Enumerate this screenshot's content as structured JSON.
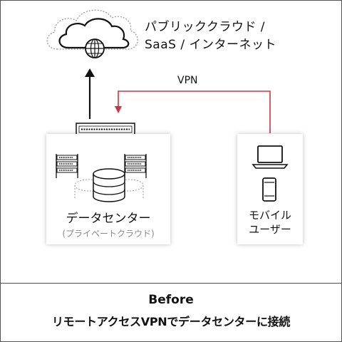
{
  "cloud": {
    "label_line1": "パブリッククラウド /",
    "label_line2": "SaaS / インターネット"
  },
  "vpn": {
    "label": "VPN",
    "color": "#cc3344"
  },
  "datacenter": {
    "label": "データセンター",
    "sublabel": "(プライベートクラウド)"
  },
  "mobile": {
    "label_line1": "モバイル",
    "label_line2": "ユーザー"
  },
  "caption": {
    "line1": "Before",
    "line2": "リモートアクセスVPNでデータセンターに接続"
  },
  "icons": [
    "cloud-icon",
    "globe-icon",
    "gateway-appliance-icon",
    "server-rack-icon",
    "database-icon",
    "laptop-icon",
    "smartphone-icon"
  ]
}
